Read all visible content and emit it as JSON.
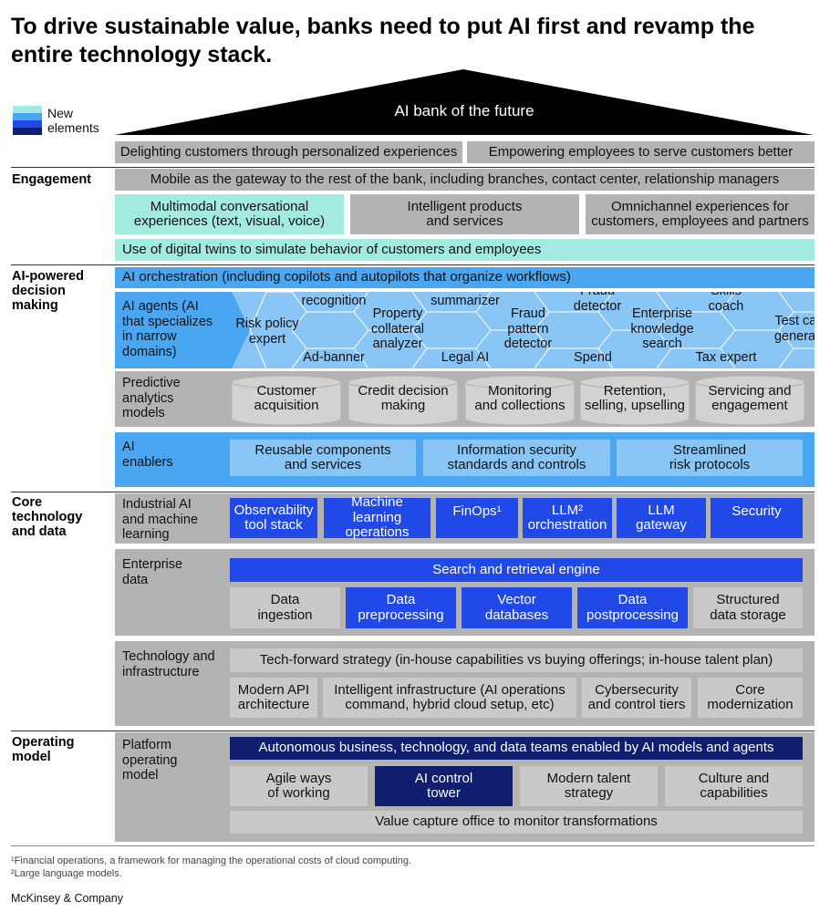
{
  "title": "To drive sustainable value, banks need to put AI first and revamp the entire technology stack.",
  "legend": {
    "label": "New\nelements",
    "colors": [
      "#a3ebe0",
      "#4aa6f0",
      "#2149e8",
      "#0f1e6e"
    ]
  },
  "roof": {
    "label": "AI bank of the future"
  },
  "top_row": [
    "Delighting customers through personalized experiences",
    "Empowering employees to serve customers better"
  ],
  "sections": {
    "engagement": "Engagement",
    "ai_decision": "AI-powered\ndecision\nmaking",
    "core": "Core\ntechnology\nand data",
    "operating": "Operating\nmodel"
  },
  "engagement": {
    "mobile": "Mobile as the gateway to the rest of the bank, including branches, contact center, relationship managers",
    "multimodal": "Multimodal conversational\nexperiences (text, visual, voice)",
    "intelligent": "Intelligent products\nand services",
    "omnichannel": "Omnichannel experiences for\ncustomers, employees and partners",
    "twins": "Use of digital twins to simulate behavior of customers and employees"
  },
  "ai_decision": {
    "orchestration": "AI orchestration (including copilots and autopilots that organize workflows)",
    "agents_label": "AI agents (AI\nthat specializes\nin narrow\ndomains)",
    "agents": [
      "recognition",
      "Risk policy\nexpert",
      "Ad-banner",
      "Property\ncollateral\nanalyzer",
      "summarizer",
      "Legal AI",
      "Fraud\npattern\ndetector",
      "Fraud\ndetector",
      "Spend",
      "Enterprise\nknowledge\nsearch",
      "Skills\ncoach",
      "Tax expert",
      "Test case\ngenerator"
    ],
    "predictive_label": "Predictive\nanalytics\nmodels",
    "predictive": [
      "Customer\nacquisition",
      "Credit decision\nmaking",
      "Monitoring\nand collections",
      "Retention,\nselling, upselling",
      "Servicing and\nengagement"
    ],
    "enablers_label": "AI\nenablers",
    "enablers": [
      "Reusable components\nand services",
      "Information security\nstandards and controls",
      "Streamlined\nrisk protocols"
    ]
  },
  "core": {
    "industrial_label": "Industrial AI\nand machine\nlearning",
    "industrial": [
      "Observability\ntool stack",
      "Machine learning\noperations",
      "FinOps¹",
      "LLM²\norchestration",
      "LLM\ngateway",
      "Security"
    ],
    "enterprise_label": "Enterprise\ndata",
    "search": "Search and retrieval engine",
    "data": [
      "Data\ningestion",
      "Data\npreprocessing",
      "Vector\ndatabases",
      "Data\npostprocessing",
      "Structured\ndata storage"
    ],
    "tech_label": "Technology and\ninfrastructure",
    "strategy": "Tech-forward strategy (in-house capabilities vs buying offerings; in-house talent plan)",
    "tech": [
      "Modern API\narchitecture",
      "Intelligent infrastructure (AI operations\ncommand, hybrid cloud setup, etc)",
      "Cybersecurity\nand control tiers",
      "Core\nmodernization"
    ]
  },
  "operating": {
    "platform_label": "Platform\noperating\nmodel",
    "autonomous": "Autonomous business, technology, and data teams enabled by AI models and agents",
    "row": [
      "Agile ways\nof working",
      "AI control\ntower",
      "Modern talent\nstrategy",
      "Culture and\ncapabilities"
    ],
    "value": "Value capture office to monitor transformations"
  },
  "footnotes": [
    "¹Financial operations, a framework for managing the operational costs of cloud computing.",
    "²Large language models."
  ],
  "brand": "McKinsey & Company"
}
